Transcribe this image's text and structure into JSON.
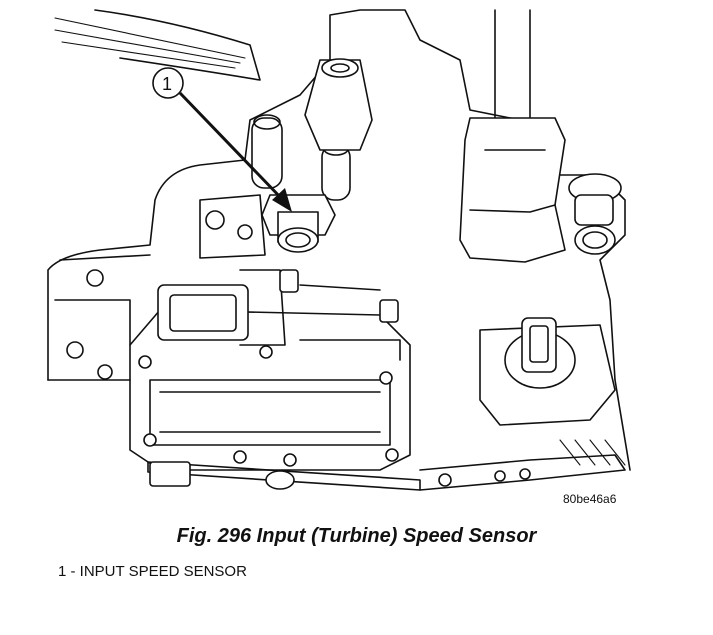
{
  "figure": {
    "caption": "Fig. 296 Input (Turbine) Speed Sensor",
    "image_code": "80be46a6",
    "callout": {
      "number": "1"
    }
  },
  "legend": {
    "items": [
      {
        "label": "1 - INPUT SPEED SENSOR"
      }
    ]
  }
}
